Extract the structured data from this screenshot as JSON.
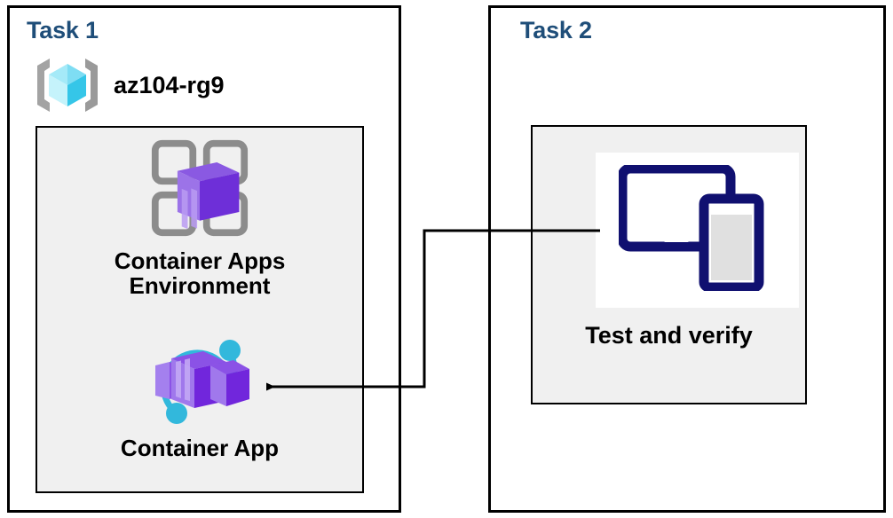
{
  "diagram": {
    "title": "Azure Container Apps task diagram",
    "background": "#ffffff",
    "accent_blue": "#1F4E79",
    "panel_fill": "#F0F0F0",
    "border_color": "#000000",
    "text_color": "#000000"
  },
  "task1": {
    "title": "Task 1",
    "resource_group": {
      "name": "az104-rg9",
      "icon": "resource-group-icon",
      "icon_colors": {
        "bracket": "#A0A0A0",
        "cube_light": "#9CE8F7",
        "cube_mid": "#50D8F0",
        "cube_dark": "#2BBEDB"
      }
    },
    "resources": [
      {
        "label": "Container Apps\nEnvironment",
        "label_line1": "Container Apps",
        "label_line2": "Environment",
        "icon": "container-apps-environment-icon",
        "icon_colors": {
          "frame": "#8C8C8C",
          "box_light": "#9C73E8",
          "box_mid": "#8453E0",
          "box_dark": "#6B2FD6"
        }
      },
      {
        "label": "Container App",
        "icon": "container-app-icon",
        "icon_colors": {
          "ring": "#32B8DC",
          "box_light": "#A078EC",
          "box_mid": "#8B52E6",
          "box_dark": "#7126DC"
        }
      }
    ]
  },
  "task2": {
    "title": "Task 2",
    "card": {
      "label": "Test and verify",
      "icon": "devices-tablet-phone-icon",
      "icon_colors": {
        "device_outline": "#101070",
        "phone_screen": "#E0E0E0",
        "card_background": "#ffffff"
      }
    }
  },
  "connector": {
    "name": "task2-to-container-app-arrow",
    "direction": "left",
    "stroke": "#000000",
    "stroke_width": 3,
    "from": "Test and verify",
    "to": "Container App"
  }
}
